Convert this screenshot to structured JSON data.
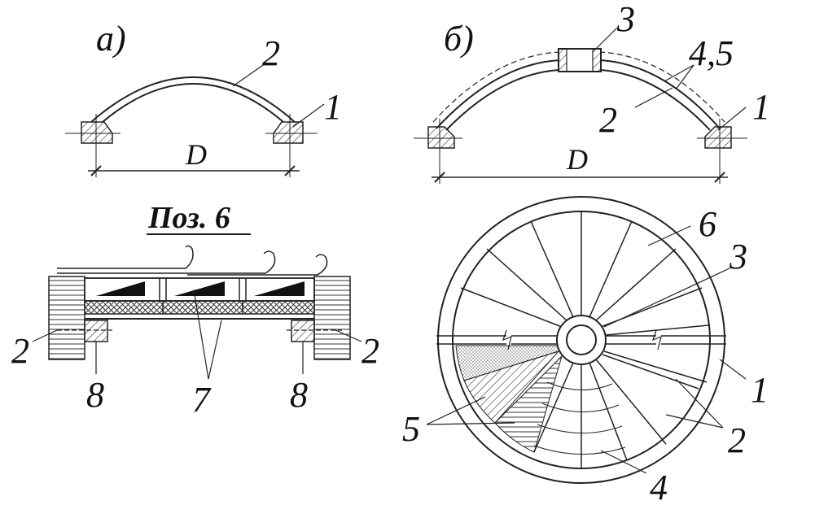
{
  "figure_a": {
    "letter": "a)",
    "callout_shell": "2",
    "callout_support": "1",
    "span_label": "D"
  },
  "figure_b": {
    "letter": "б)",
    "callout_ring": "3",
    "callout_layers": "4,5",
    "callout_shell": "2",
    "callout_support": "1",
    "span_label": "D"
  },
  "section_detail": {
    "title": "Поз. 6",
    "callout_left": "2",
    "callout_right": "2",
    "callout_bottom_left": "8",
    "callout_middle": "7",
    "callout_bottom_right": "8"
  },
  "plan_view": {
    "callout_6": "6",
    "callout_3": "3",
    "callout_1": "1",
    "callout_2": "2",
    "callout_4": "4",
    "callout_5": "5"
  },
  "colors": {
    "ink": "#222222",
    "hatch": "#333333",
    "background": "#ffffff"
  }
}
